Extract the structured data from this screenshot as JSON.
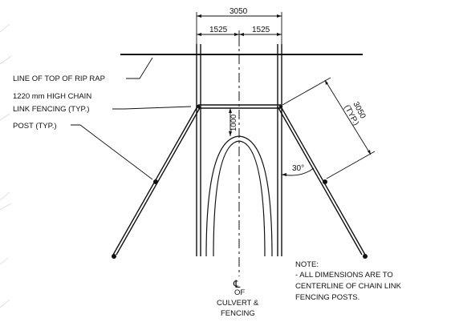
{
  "dimensions": {
    "overall_width": "3050",
    "half_left": "1525",
    "half_right": "1525",
    "height": "1000",
    "post_spacing": "3050",
    "post_spacing_note": "(TYP.)",
    "angle": "30°"
  },
  "labels": {
    "rip_rap": "LINE OF TOP OF RIP RAP",
    "fencing_line1": "1220 mm HIGH CHAIN",
    "fencing_line2": "LINK FENCING (TYP.)",
    "post": "POST (TYP.)"
  },
  "centerline": {
    "symbol": "℄",
    "line1": "OF",
    "line2": "CULVERT &",
    "line3": "FENCING"
  },
  "note": {
    "title": "NOTE:",
    "line1": "- ALL DIMENSIONS ARE TO",
    "line2": "CENTERLINE OF CHAIN LINK",
    "line3": "FENCING POSTS."
  }
}
